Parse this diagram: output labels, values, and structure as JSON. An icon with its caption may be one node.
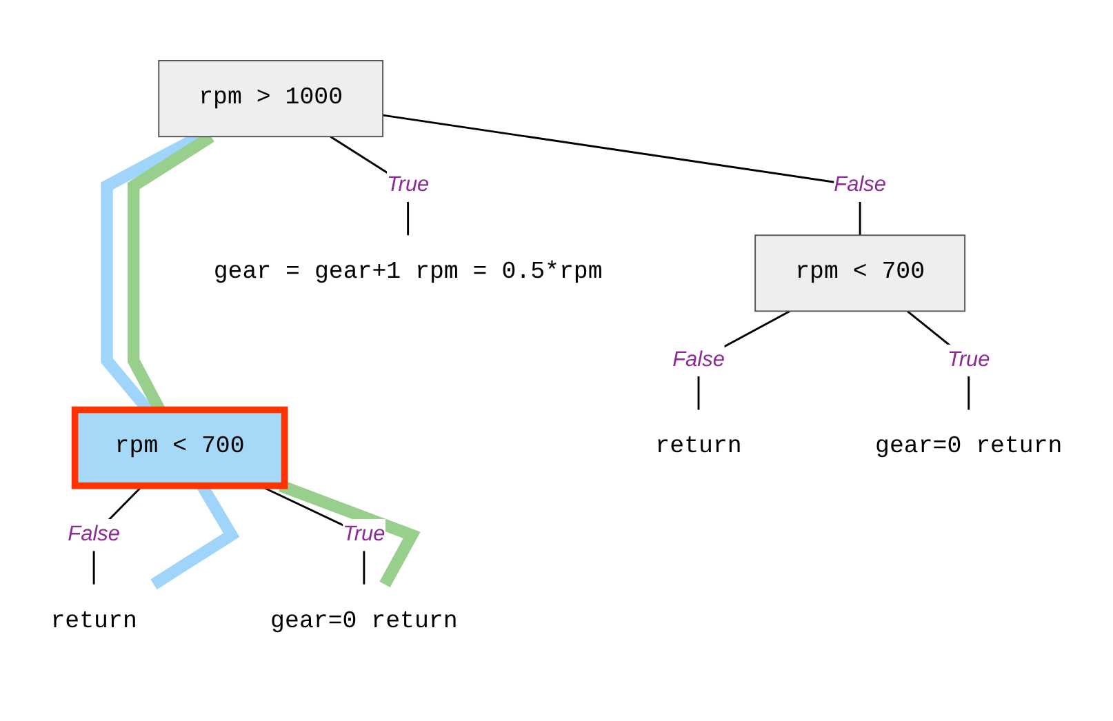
{
  "diagram": {
    "nodes": [
      {
        "text": [
          "rpm > 1000"
        ]
      },
      {
        "text": [
          "rpm < 700"
        ]
      },
      {
        "text": [
          "gear = gear+1 rpm = 0.5*rpm"
        ]
      },
      {
        "text": [
          "rpm < 700"
        ]
      },
      {
        "text": [
          "return"
        ]
      },
      {
        "text": [
          "gear=0 return"
        ]
      },
      {
        "text": [
          "return"
        ]
      },
      {
        "text": [
          "gear=0 return"
        ]
      }
    ],
    "edges": [
      {
        "from": 0,
        "to": 1,
        "arrow": "none",
        "label": "False"
      },
      {
        "from": 0,
        "to": 2,
        "arrow": "none",
        "label": "True"
      },
      {
        "from": 0,
        "to": 3,
        "arrow": "none",
        "style": "thick",
        "color": "#9fd5fb"
      },
      {
        "from": 0,
        "to": 3,
        "arrow": "none",
        "style": "thick",
        "color": "#98cf8c"
      },
      {
        "from": 1,
        "to": 4,
        "arrow": "none",
        "label": "False"
      },
      {
        "from": 1,
        "to": 5,
        "arrow": "none",
        "label": "True"
      },
      {
        "from": 3,
        "to": 6,
        "arrow": "none",
        "label": "False"
      },
      {
        "from": 3,
        "to": 7,
        "arrow": "none",
        "label": "True"
      },
      {
        "from": 3,
        "to": 6,
        "arrow": "none",
        "style": "thick",
        "color": "#9fd5fb"
      },
      {
        "from": 3,
        "to": 7,
        "arrow": "none",
        "style": "thick",
        "color": "#98cf8c"
      }
    ]
  }
}
